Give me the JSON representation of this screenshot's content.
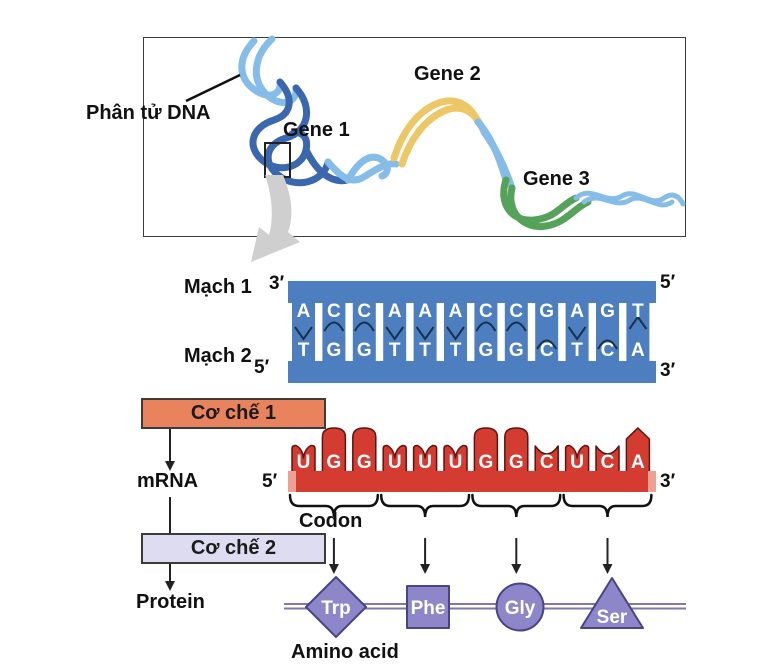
{
  "colors": {
    "dna_blue": "#4D7FC0",
    "bond_line": "#16324F",
    "mrna_red": "#D43B31",
    "mrna_fade": "#EDA192",
    "tooth_outline": "#5C150F",
    "mech1_fill": "#E8835E",
    "mech2_fill": "#DDDCF0",
    "amino_fill": "#8D87C9",
    "amino_stroke": "#4A4486",
    "backbone": "#7D78B0",
    "helix_light": "#85BCE8",
    "helix_dark": "#3A67AE",
    "helix_yellow": "#EDC766",
    "helix_green": "#55A25B",
    "gray_arrow": "#CFCFCF"
  },
  "overview": {
    "dna_label": "Phân tử DNA",
    "genes": [
      {
        "label": "Gene 1"
      },
      {
        "label": "Gene 2"
      },
      {
        "label": "Gene 3"
      }
    ]
  },
  "dna": {
    "strand1_label": "Mạch 1",
    "strand2_label": "Mạch 2",
    "strand1_left_end": "3′",
    "strand1_right_end": "5′",
    "strand2_left_end": "5′",
    "strand2_right_end": "3′",
    "pairs": [
      {
        "top": "A",
        "bottom": "T",
        "bond": "v"
      },
      {
        "top": "C",
        "bottom": "G",
        "bond": "arc-high"
      },
      {
        "top": "C",
        "bottom": "G",
        "bond": "arc-high"
      },
      {
        "top": "A",
        "bottom": "T",
        "bond": "v"
      },
      {
        "top": "A",
        "bottom": "T",
        "bond": "v"
      },
      {
        "top": "A",
        "bottom": "T",
        "bond": "v"
      },
      {
        "top": "C",
        "bottom": "G",
        "bond": "arc-high"
      },
      {
        "top": "C",
        "bottom": "G",
        "bond": "arc-high"
      },
      {
        "top": "G",
        "bottom": "C",
        "bond": "arc-low"
      },
      {
        "top": "A",
        "bottom": "T",
        "bond": "v"
      },
      {
        "top": "G",
        "bottom": "C",
        "bond": "arc-low"
      },
      {
        "top": "T",
        "bottom": "A",
        "bond": "caret"
      }
    ]
  },
  "mechanism1": {
    "label": "Cơ chế 1"
  },
  "mechanism2": {
    "label": "Cơ chế 2"
  },
  "mrna": {
    "label": "mRNA",
    "left_end": "5′",
    "right_end": "3′",
    "codon_label": "Codon",
    "codon_groups": 4,
    "bases": [
      {
        "letter": "U",
        "tooth": "notch"
      },
      {
        "letter": "G",
        "tooth": "dome"
      },
      {
        "letter": "G",
        "tooth": "dome"
      },
      {
        "letter": "U",
        "tooth": "notch"
      },
      {
        "letter": "U",
        "tooth": "notch"
      },
      {
        "letter": "U",
        "tooth": "notch"
      },
      {
        "letter": "G",
        "tooth": "dome"
      },
      {
        "letter": "G",
        "tooth": "dome"
      },
      {
        "letter": "C",
        "tooth": "arcnotch"
      },
      {
        "letter": "U",
        "tooth": "notch"
      },
      {
        "letter": "C",
        "tooth": "arcnotch"
      },
      {
        "letter": "A",
        "tooth": "peak"
      }
    ]
  },
  "protein": {
    "label": "Protein",
    "amino_acid_label": "Amino acid",
    "amino_acids": [
      {
        "name": "Trp",
        "shape": "diamond"
      },
      {
        "name": "Phe",
        "shape": "square"
      },
      {
        "name": "Gly",
        "shape": "circle"
      },
      {
        "name": "Ser",
        "shape": "triangle"
      }
    ]
  }
}
